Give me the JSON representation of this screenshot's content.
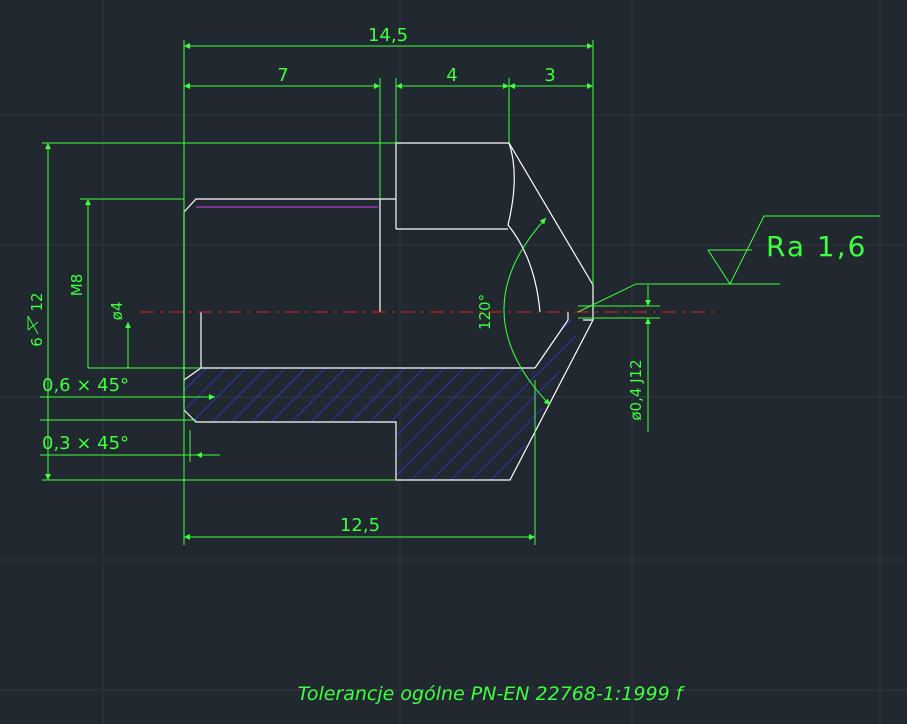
{
  "dimensions": {
    "overall_length": "14,5",
    "left_length": "7",
    "mid_length": "4",
    "right_length": "3",
    "bottom_length": "12,5",
    "thread": "M8",
    "hole_diameter": "ø4",
    "outer_size": "6",
    "outer_size_tol": "12",
    "chamfer_large": "0,6 × 45°",
    "chamfer_small": "0,3 × 45°",
    "cone_angle": "120°",
    "orifice": "ø0,4 J12"
  },
  "surface_finish": {
    "label": "Ra 1,6"
  },
  "general_tolerance_note": "Tolerancje ogólne PN-EN 22768-1:1999 f",
  "colors": {
    "background": "#212830",
    "dimension": "#3dff3d",
    "outline": "#ffffff",
    "hatch": "#2b3cff",
    "centerline": "#e02020",
    "thread_line": "#b03cc8"
  }
}
